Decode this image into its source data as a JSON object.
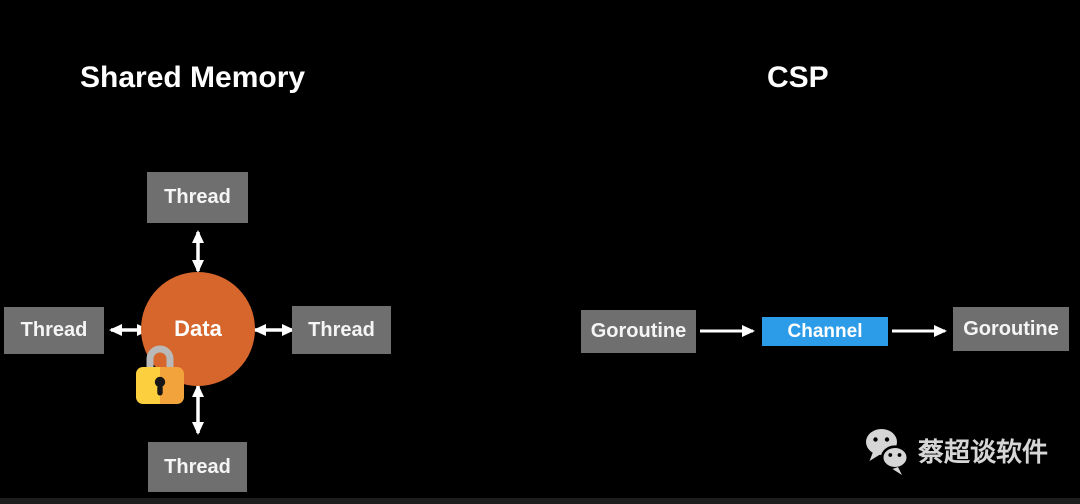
{
  "colors": {
    "background": "#000000",
    "box_gray": "#6f6f6f",
    "data_orange": "#d7662c",
    "channel_blue": "#2d9ce8",
    "label_white": "#f5f5f5",
    "title_white": "#ffffff",
    "arrow_white": "#ffffff",
    "watermark_gray": "#d6d6d6",
    "bottom_bar": "#1e1e1e",
    "lock_shackle_gray": "#b9b9b9",
    "lock_body_yellow": "#fccf3e",
    "lock_body_orange": "#f2a33c"
  },
  "shared_memory": {
    "title": "Shared Memory",
    "data_label": "Data",
    "lock_icon": "lock-icon",
    "threads": {
      "top": "Thread",
      "left": "Thread",
      "right": "Thread",
      "bottom": "Thread"
    }
  },
  "csp": {
    "title": "CSP",
    "goroutine_left": "Goroutine",
    "channel": "Channel",
    "goroutine_right": "Goroutine"
  },
  "watermark": {
    "wechat_icon": "wechat-icon",
    "account_name": "蔡超谈软件"
  }
}
